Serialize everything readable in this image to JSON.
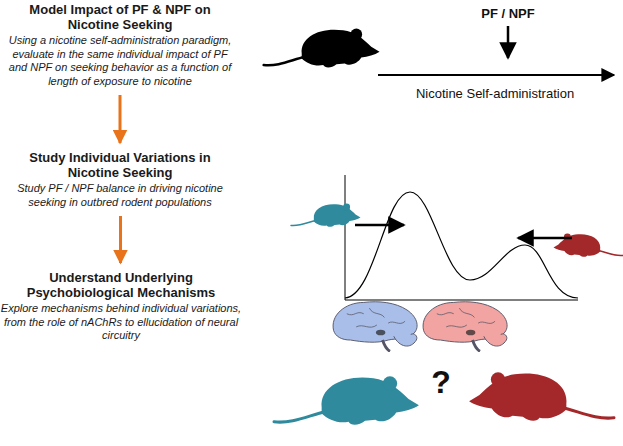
{
  "diagram": {
    "nodes": [
      {
        "text": [
          "Model Impact of PF & NPF on Nicotine Seeking",
          "Using a nicotine self-administration paradigm, evaluate in the same individual impact of PF and NPF on seeking behavior as a function of length of exposure to nicotine"
        ]
      },
      {
        "text": [
          "Study Individual Variations in Nicotine Seeking",
          "Study PF / NPF balance in driving nicotine seeking in outbred rodent populations"
        ]
      },
      {
        "text": [
          "Understand Underlying Psychobiological Mechanisms",
          "Explore mechanisms behind individual variations, from the role of nAChRs to ellucidation of neural circuitry"
        ]
      }
    ],
    "edges": [
      {
        "from": 0,
        "to": 1,
        "arrow": "to"
      },
      {
        "from": 1,
        "to": 2,
        "arrow": "to"
      }
    ],
    "labels": [
      "PF / NPF",
      "Nicotine Self-administration",
      "?"
    ]
  }
}
